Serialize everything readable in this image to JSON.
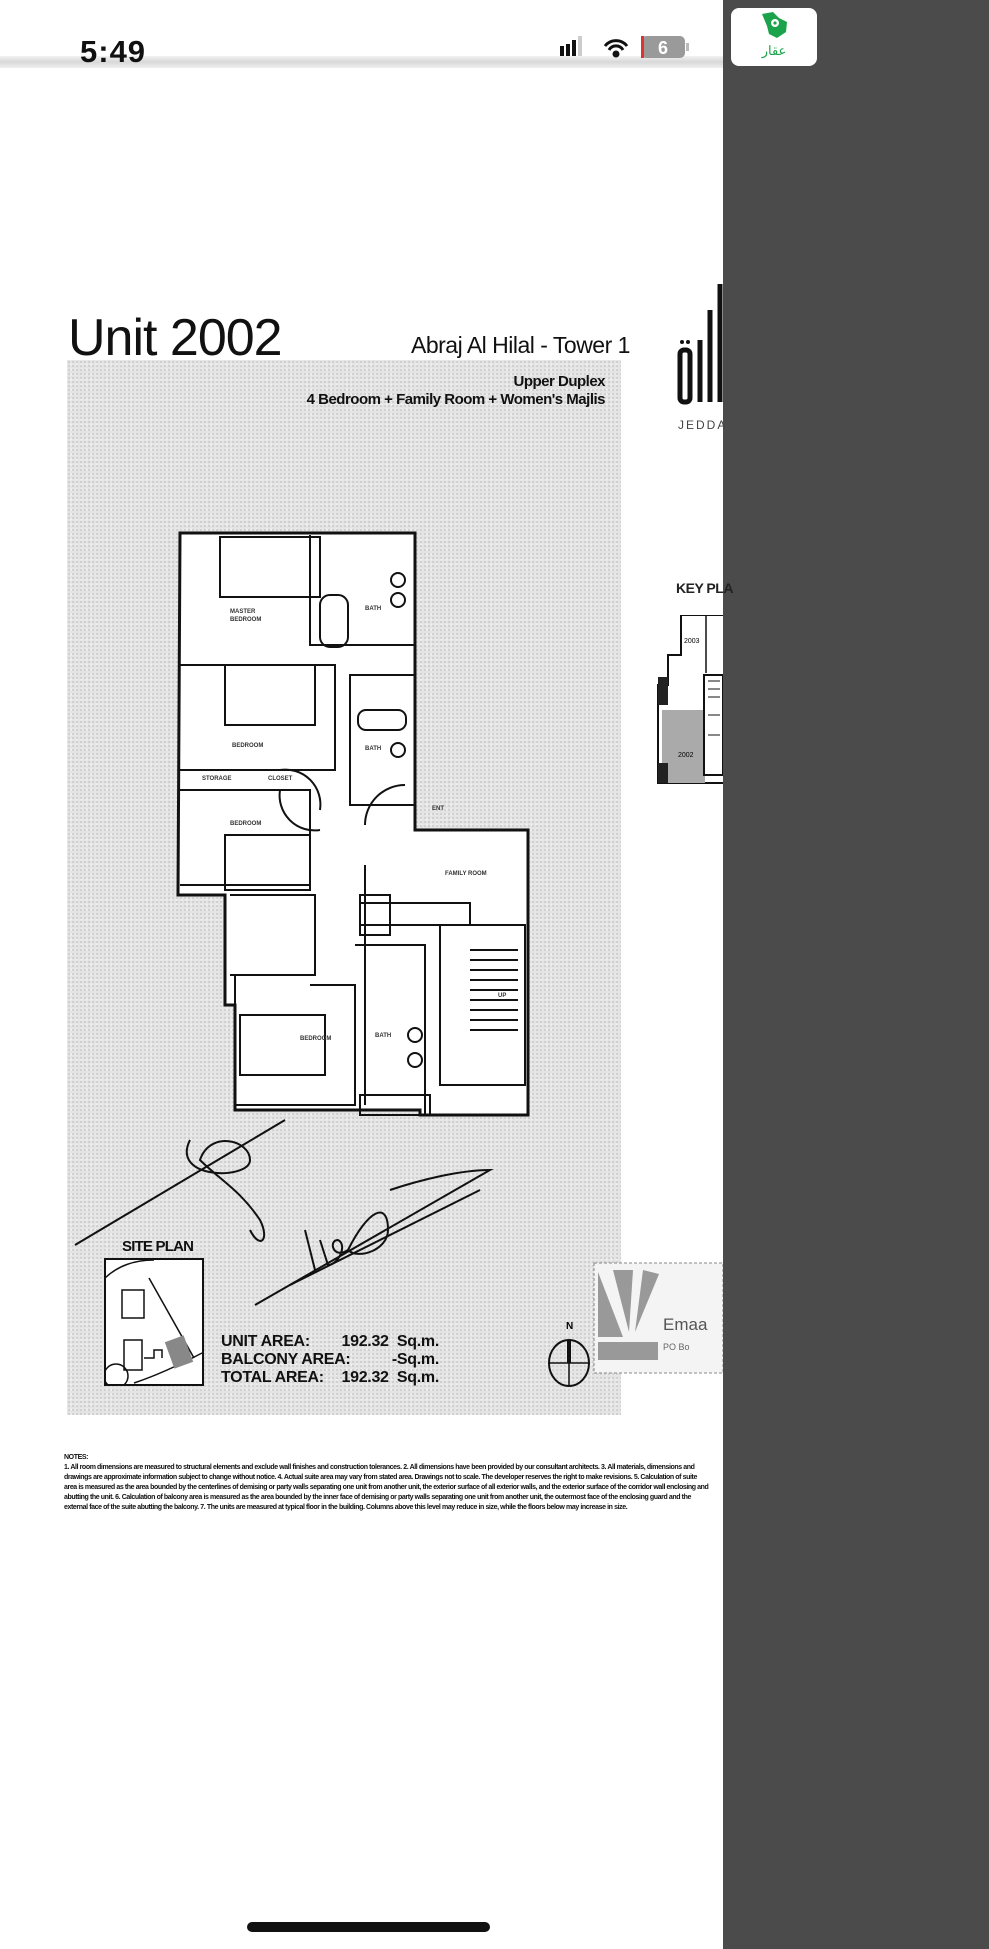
{
  "status_bar": {
    "time": "5:49",
    "battery_level": "6"
  },
  "app_badge": {
    "label": "عقار",
    "color": "#1aa34a"
  },
  "document": {
    "title": "Unit 2002",
    "project": "Abraj Al Hilal - Tower 1",
    "subtitle_line1": "Upper Duplex",
    "subtitle_line2": "4 Bedroom + Family Room + Women's Majlis",
    "logo_text": "JEDDA",
    "key_plan": {
      "label": "KEY PLA",
      "unit_a": "2003",
      "unit_b": "2002"
    },
    "rooms": {
      "master_bedroom_1": "MASTER",
      "master_bedroom_2": "BEDROOM",
      "bath_1": "BATH",
      "bedroom_2": "BEDROOM",
      "bath_2": "BATH",
      "storage": "STORAGE",
      "closet": "CLOSET",
      "bedroom_3": "BEDROOM",
      "entry": "ENT",
      "family_room": "FAMILY ROOM",
      "bedroom_4": "BEDROOM",
      "bath_3": "BATH",
      "up": "UP"
    },
    "site_plan_label": "SITE PLAN",
    "areas": [
      {
        "label": "UNIT AREA:",
        "value": "192.32  Sq.m."
      },
      {
        "label": "BALCONY AREA:",
        "value": "-Sq.m."
      },
      {
        "label": "TOTAL AREA:",
        "value": "192.32  Sq.m."
      }
    ],
    "compass_label": "N",
    "stamp": {
      "line1": "Emaa",
      "line2": "PO Bo"
    },
    "notes_heading": "NOTES:",
    "notes_text": "1. All room dimensions are measured to structural elements and exclude wall finishes and construction tolerances. 2. All dimensions have been provided by our consultant architects. 3. All materials, dimensions and drawings are approximate information subject to change without notice. 4. Actual suite area may vary from stated area. Drawings not to scale. The developer reserves the right to make revisions. 5. Calculation of suite area is measured as the area bounded by the centerlines of demising or party walls separating one unit from another unit, the exterior surface of all exterior walls, and the exterior surface of the corridor wall enclosing and abutting the unit. 6. Calculation of balcony area is measured as the area bounded by the inner face of demising or party walls separating one unit from another unit, the outermost face of the enclosing guard and the external face of the suite abutting the balcony. 7. The units are measured at typical floor in the building. Columns above this level may reduce in size, while the floors below may increase in size."
  }
}
